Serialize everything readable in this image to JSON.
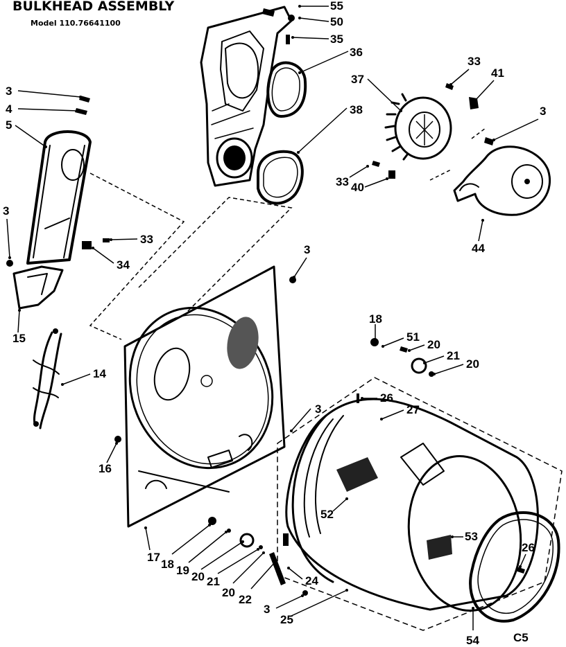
{
  "title": "BULKHEAD ASSEMBLY",
  "model": "Model 110.76641100",
  "corner_code": "C5",
  "labels": [
    "55",
    "50",
    "35",
    "36",
    "38",
    "3",
    "4",
    "5",
    "3",
    "33",
    "34",
    "15",
    "14",
    "37",
    "33",
    "41",
    "3",
    "33",
    "40",
    "44",
    "3",
    "18",
    "51",
    "20",
    "21",
    "20",
    "3",
    "26",
    "27",
    "16",
    "52",
    "53",
    "26",
    "17",
    "18",
    "19",
    "20",
    "21",
    "20",
    "22",
    "24",
    "3",
    "25",
    "54"
  ]
}
